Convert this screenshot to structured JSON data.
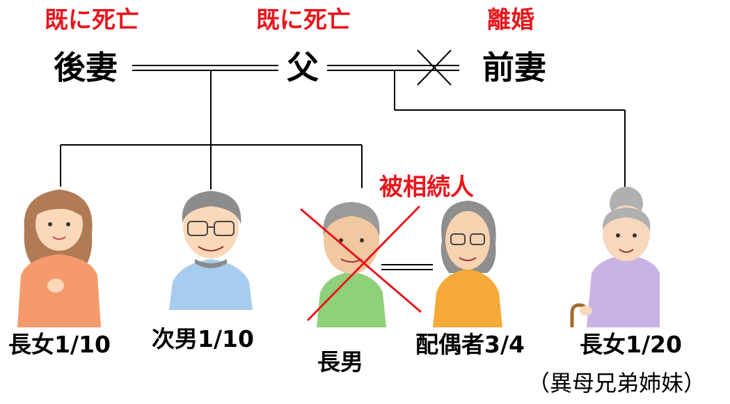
{
  "colors": {
    "annotation": "#e8151c",
    "line": "#000000"
  },
  "top_row": {
    "second_wife": {
      "name": "後妻",
      "note": "既に死亡"
    },
    "father": {
      "name": "父",
      "note": "既に死亡"
    },
    "first_wife": {
      "name": "前妻",
      "note": "離婚"
    }
  },
  "deceased_label": "被相続人",
  "people": [
    {
      "label": "長女1/10",
      "icon": "woman-icon"
    },
    {
      "label": "次男1/10",
      "icon": "man-glasses-icon"
    },
    {
      "label": "長男",
      "icon": "deceased-man-icon"
    },
    {
      "label": "配偶者3/4",
      "icon": "elderly-woman-glasses-icon"
    },
    {
      "label": "長女1/20",
      "icon": "elderly-woman-cane-icon"
    }
  ],
  "half_sibling_note": "（異母兄弟姉妹）"
}
